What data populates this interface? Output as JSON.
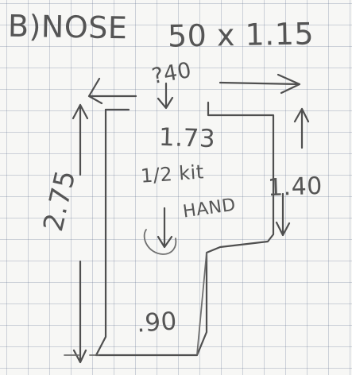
{
  "sketch": {
    "title": "B)NOSE",
    "overall_size": "50 x 1.15",
    "top_width": "?40",
    "left_height": "2.75",
    "right_height": "1.40",
    "inner_depth": "1.73",
    "note_line_1": "1/2 kit",
    "note_line_2": "HAND",
    "bottom_width": ".90"
  }
}
